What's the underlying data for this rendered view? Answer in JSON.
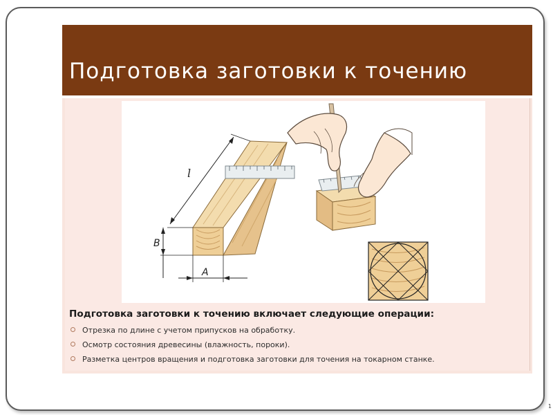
{
  "slide": {
    "title": "Подготовка заготовки к точению",
    "heading": "Подготовка заготовки к точению включает следующие операции:",
    "bullets": [
      "Отрезка по длине с учетом припусков на обработку.",
      "Осмотр состояния древесины (влажность, пороки).",
      "Разметка центров вращения и подготовка заготовки для точения на токарном станке."
    ],
    "page_marker": "1"
  },
  "illustration": {
    "length_label": "l",
    "height_label": "B",
    "width_label": "A"
  },
  "colors": {
    "title_bar": "#7a3a12",
    "panel": "#f9e5de",
    "wood": "#f1d8a8",
    "wood_dark": "#d9b27a"
  }
}
